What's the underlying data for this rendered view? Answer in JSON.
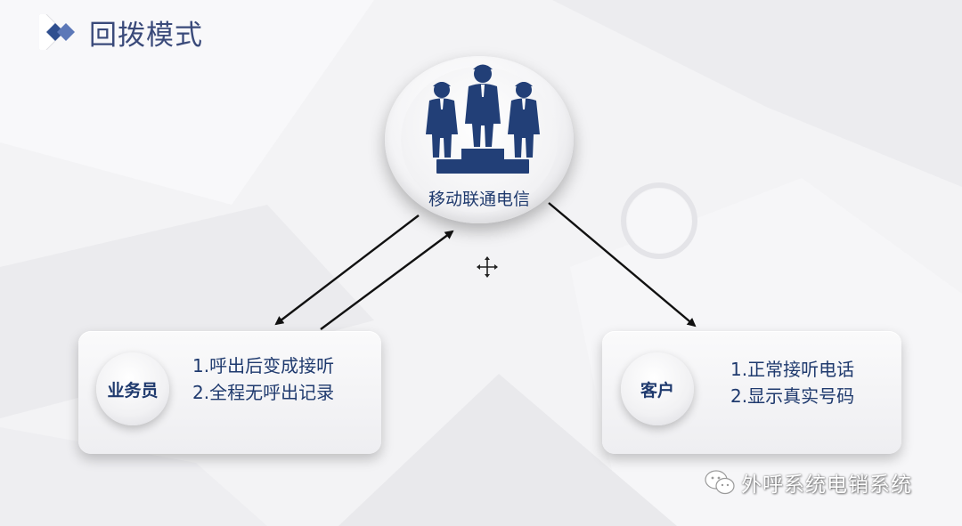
{
  "title": "回拨模式",
  "carrier": {
    "label": "移动联通电信",
    "icon": "three-businessmen-podium-icon"
  },
  "nodes": {
    "salesperson": {
      "label": "业务员",
      "notes": [
        "1.呼出后变成接听",
        "2.全程无呼出记录"
      ]
    },
    "customer": {
      "label": "客户",
      "notes": [
        "1.正常接听电话",
        "2.显示真实号码"
      ]
    }
  },
  "watermark": {
    "text": "外呼系统电销系统",
    "icon": "wechat-icon"
  },
  "cursor": {
    "icon": "move-cursor-icon"
  },
  "colors": {
    "title": "#3a4a7a",
    "accent_blue": "#1f3a6e",
    "figure_blue": "#223f77",
    "background": "#f3f3f5"
  }
}
